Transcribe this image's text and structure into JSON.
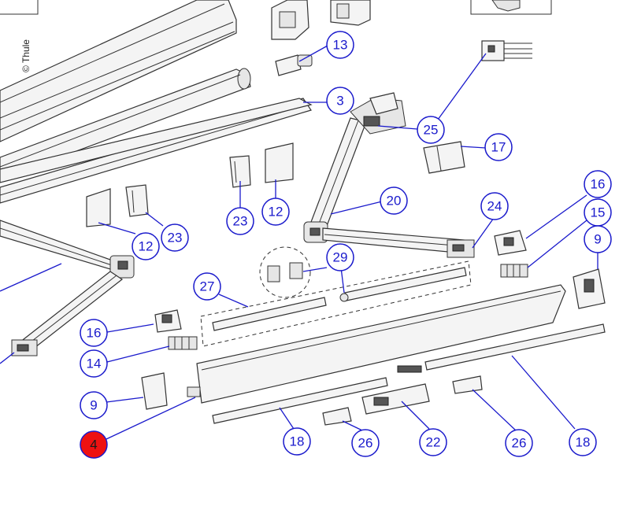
{
  "copyright": "© Thule",
  "highlight_color": "#ee1111",
  "callout_color": "#1a1acc",
  "callouts": [
    {
      "id": "13",
      "label": "13"
    },
    {
      "id": "3",
      "label": "3"
    },
    {
      "id": "25",
      "label": "25"
    },
    {
      "id": "17",
      "label": "17"
    },
    {
      "id": "23a",
      "label": "23"
    },
    {
      "id": "12a",
      "label": "12"
    },
    {
      "id": "20",
      "label": "20"
    },
    {
      "id": "12b",
      "label": "12"
    },
    {
      "id": "23b",
      "label": "23"
    },
    {
      "id": "24",
      "label": "24"
    },
    {
      "id": "16a",
      "label": "16"
    },
    {
      "id": "15",
      "label": "15"
    },
    {
      "id": "29",
      "label": "29"
    },
    {
      "id": "27",
      "label": "27"
    },
    {
      "id": "9a",
      "label": "9"
    },
    {
      "id": "16b",
      "label": "16"
    },
    {
      "id": "14",
      "label": "14"
    },
    {
      "id": "9b",
      "label": "9"
    },
    {
      "id": "4",
      "label": "4",
      "highlighted": true
    },
    {
      "id": "18a",
      "label": "18"
    },
    {
      "id": "26a",
      "label": "26"
    },
    {
      "id": "22",
      "label": "22"
    },
    {
      "id": "26b",
      "label": "26"
    },
    {
      "id": "18b",
      "label": "18"
    }
  ]
}
